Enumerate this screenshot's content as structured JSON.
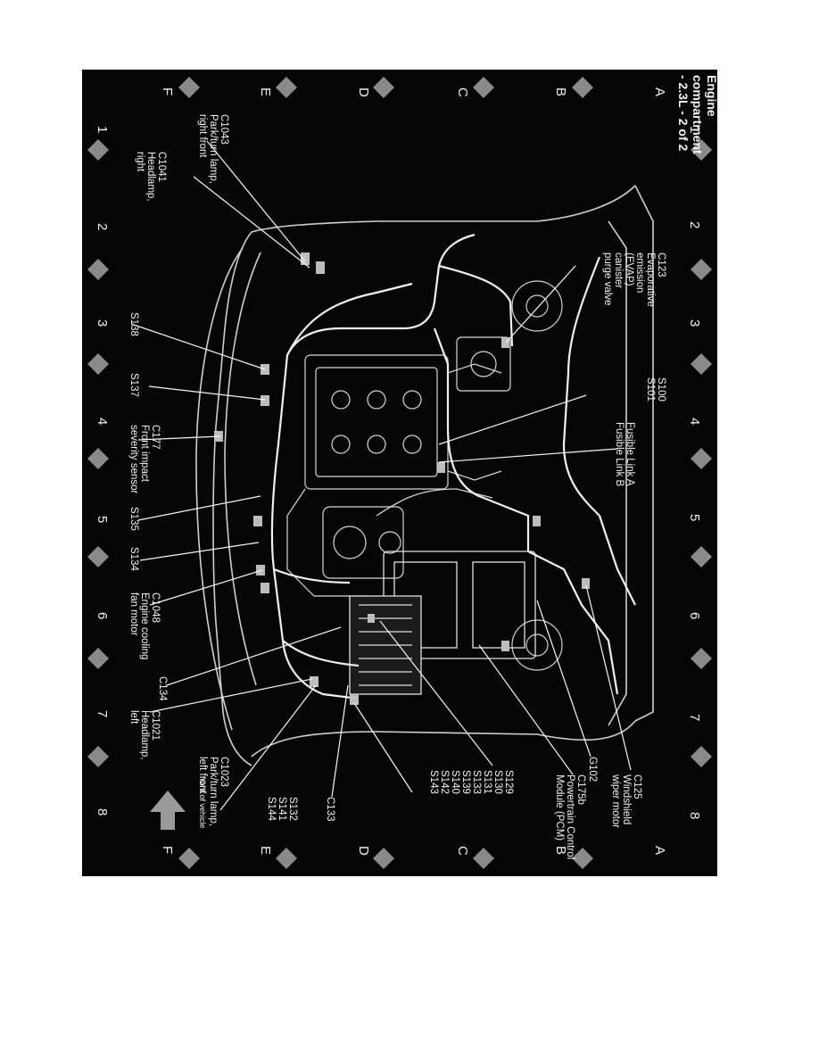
{
  "title": "Engine compartment - 2.3L - 2 of 2",
  "grid": {
    "letters": [
      "A",
      "B",
      "C",
      "D",
      "E",
      "F"
    ],
    "numbers": [
      "1",
      "2",
      "3",
      "4",
      "5",
      "6",
      "7",
      "8"
    ]
  },
  "labels": {
    "c1043": "C1043\nPark/turn lamp,\nright front",
    "c1041": "C1041\nHeadlamp,\nright",
    "c123": "C123\nEvaporative emission\n(EVAP) canister\npurge valve",
    "s100": "S100\nS101",
    "fusible": "Fusible Link A\nFusible Link B",
    "s138": "S138",
    "s137": "S137",
    "c177": "C177\nFront impact\nseverity sensor",
    "s135": "S135",
    "s134": "S134",
    "c1048": "C1048\nEngine cooling\nfan motor",
    "c134": "C134",
    "c1021": "C1021\nHeadlamp,\nleft",
    "c125": "C125\nWindshield\nwiper motor",
    "g102": "G102",
    "c175b": "C175b\nPowertrain Control\nModule (PCM)",
    "c1023": "C1023\nPark/turn lamp,\nleft front",
    "s129": "S129\nS130\nS131\nS133\nS139\nS140\nS142\nS143",
    "c133": "C133",
    "s132": "S132\nS141\nS144",
    "front": "front of vehicle"
  }
}
